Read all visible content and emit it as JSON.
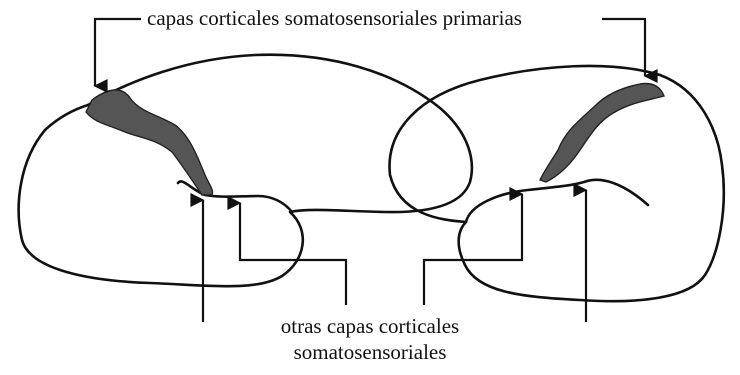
{
  "labels": {
    "top": "capas corticales somatosensoriales primarias",
    "bottom_line1": "otras capas corticales",
    "bottom_line2": "somatosensoriales"
  },
  "colors": {
    "ink": "#111111",
    "primary_cortex_fill": "#555555",
    "background": "#ffffff"
  }
}
